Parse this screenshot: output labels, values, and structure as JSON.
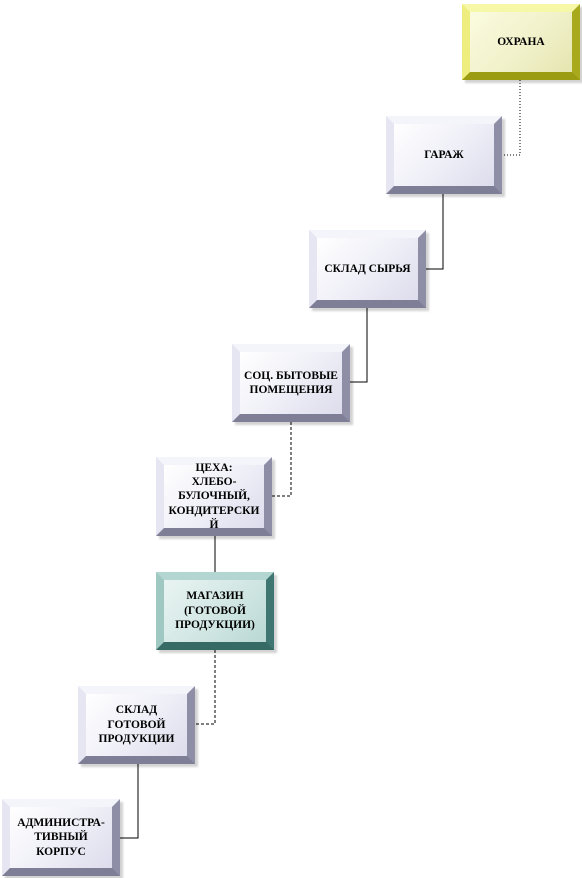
{
  "diagram": {
    "nodes": [
      {
        "id": "security",
        "label": "ОХРАНА",
        "style": "yellow"
      },
      {
        "id": "garage",
        "label": "ГАРАЖ",
        "style": "plain"
      },
      {
        "id": "raw-warehouse",
        "label": "СКЛАД СЫРЬЯ",
        "style": "plain"
      },
      {
        "id": "social-rooms",
        "label": "СОЦ. БЫТОВЫЕ\nПОМЕЩЕНИЯ",
        "style": "plain"
      },
      {
        "id": "workshops",
        "label": "ЦЕХА:\nХЛЕБО-\nБУЛОЧНЫЙ,\nКОНДИТЕРСКИ\nЙ",
        "style": "plain"
      },
      {
        "id": "shop",
        "label": "МАГАЗИН\n(ГОТОВОЙ\nПРОДУКЦИИ)",
        "style": "teal"
      },
      {
        "id": "finished-warehouse",
        "label": "СКЛАД\nГОТОВОЙ\nПРОДУКЦИИ",
        "style": "plain"
      },
      {
        "id": "admin-building",
        "label": "АДМИНИСТРА-\nТИВНЫЙ\nКОРПУС",
        "style": "plain"
      }
    ],
    "connectors": [
      {
        "from": "security",
        "to": "garage",
        "line": "dotted"
      },
      {
        "from": "garage",
        "to": "raw-warehouse",
        "line": "solid"
      },
      {
        "from": "raw-warehouse",
        "to": "social-rooms",
        "line": "solid"
      },
      {
        "from": "social-rooms",
        "to": "workshops",
        "line": "dashed"
      },
      {
        "from": "workshops",
        "to": "shop",
        "line": "solid"
      },
      {
        "from": "shop",
        "to": "finished-warehouse",
        "line": "dashed"
      },
      {
        "from": "finished-warehouse",
        "to": "admin-building",
        "line": "solid"
      }
    ],
    "colors": {
      "yellow_border": "#c8c83a",
      "teal_border": "#4f8a84",
      "plain_border": "#9898b0",
      "line": "#000000"
    }
  }
}
